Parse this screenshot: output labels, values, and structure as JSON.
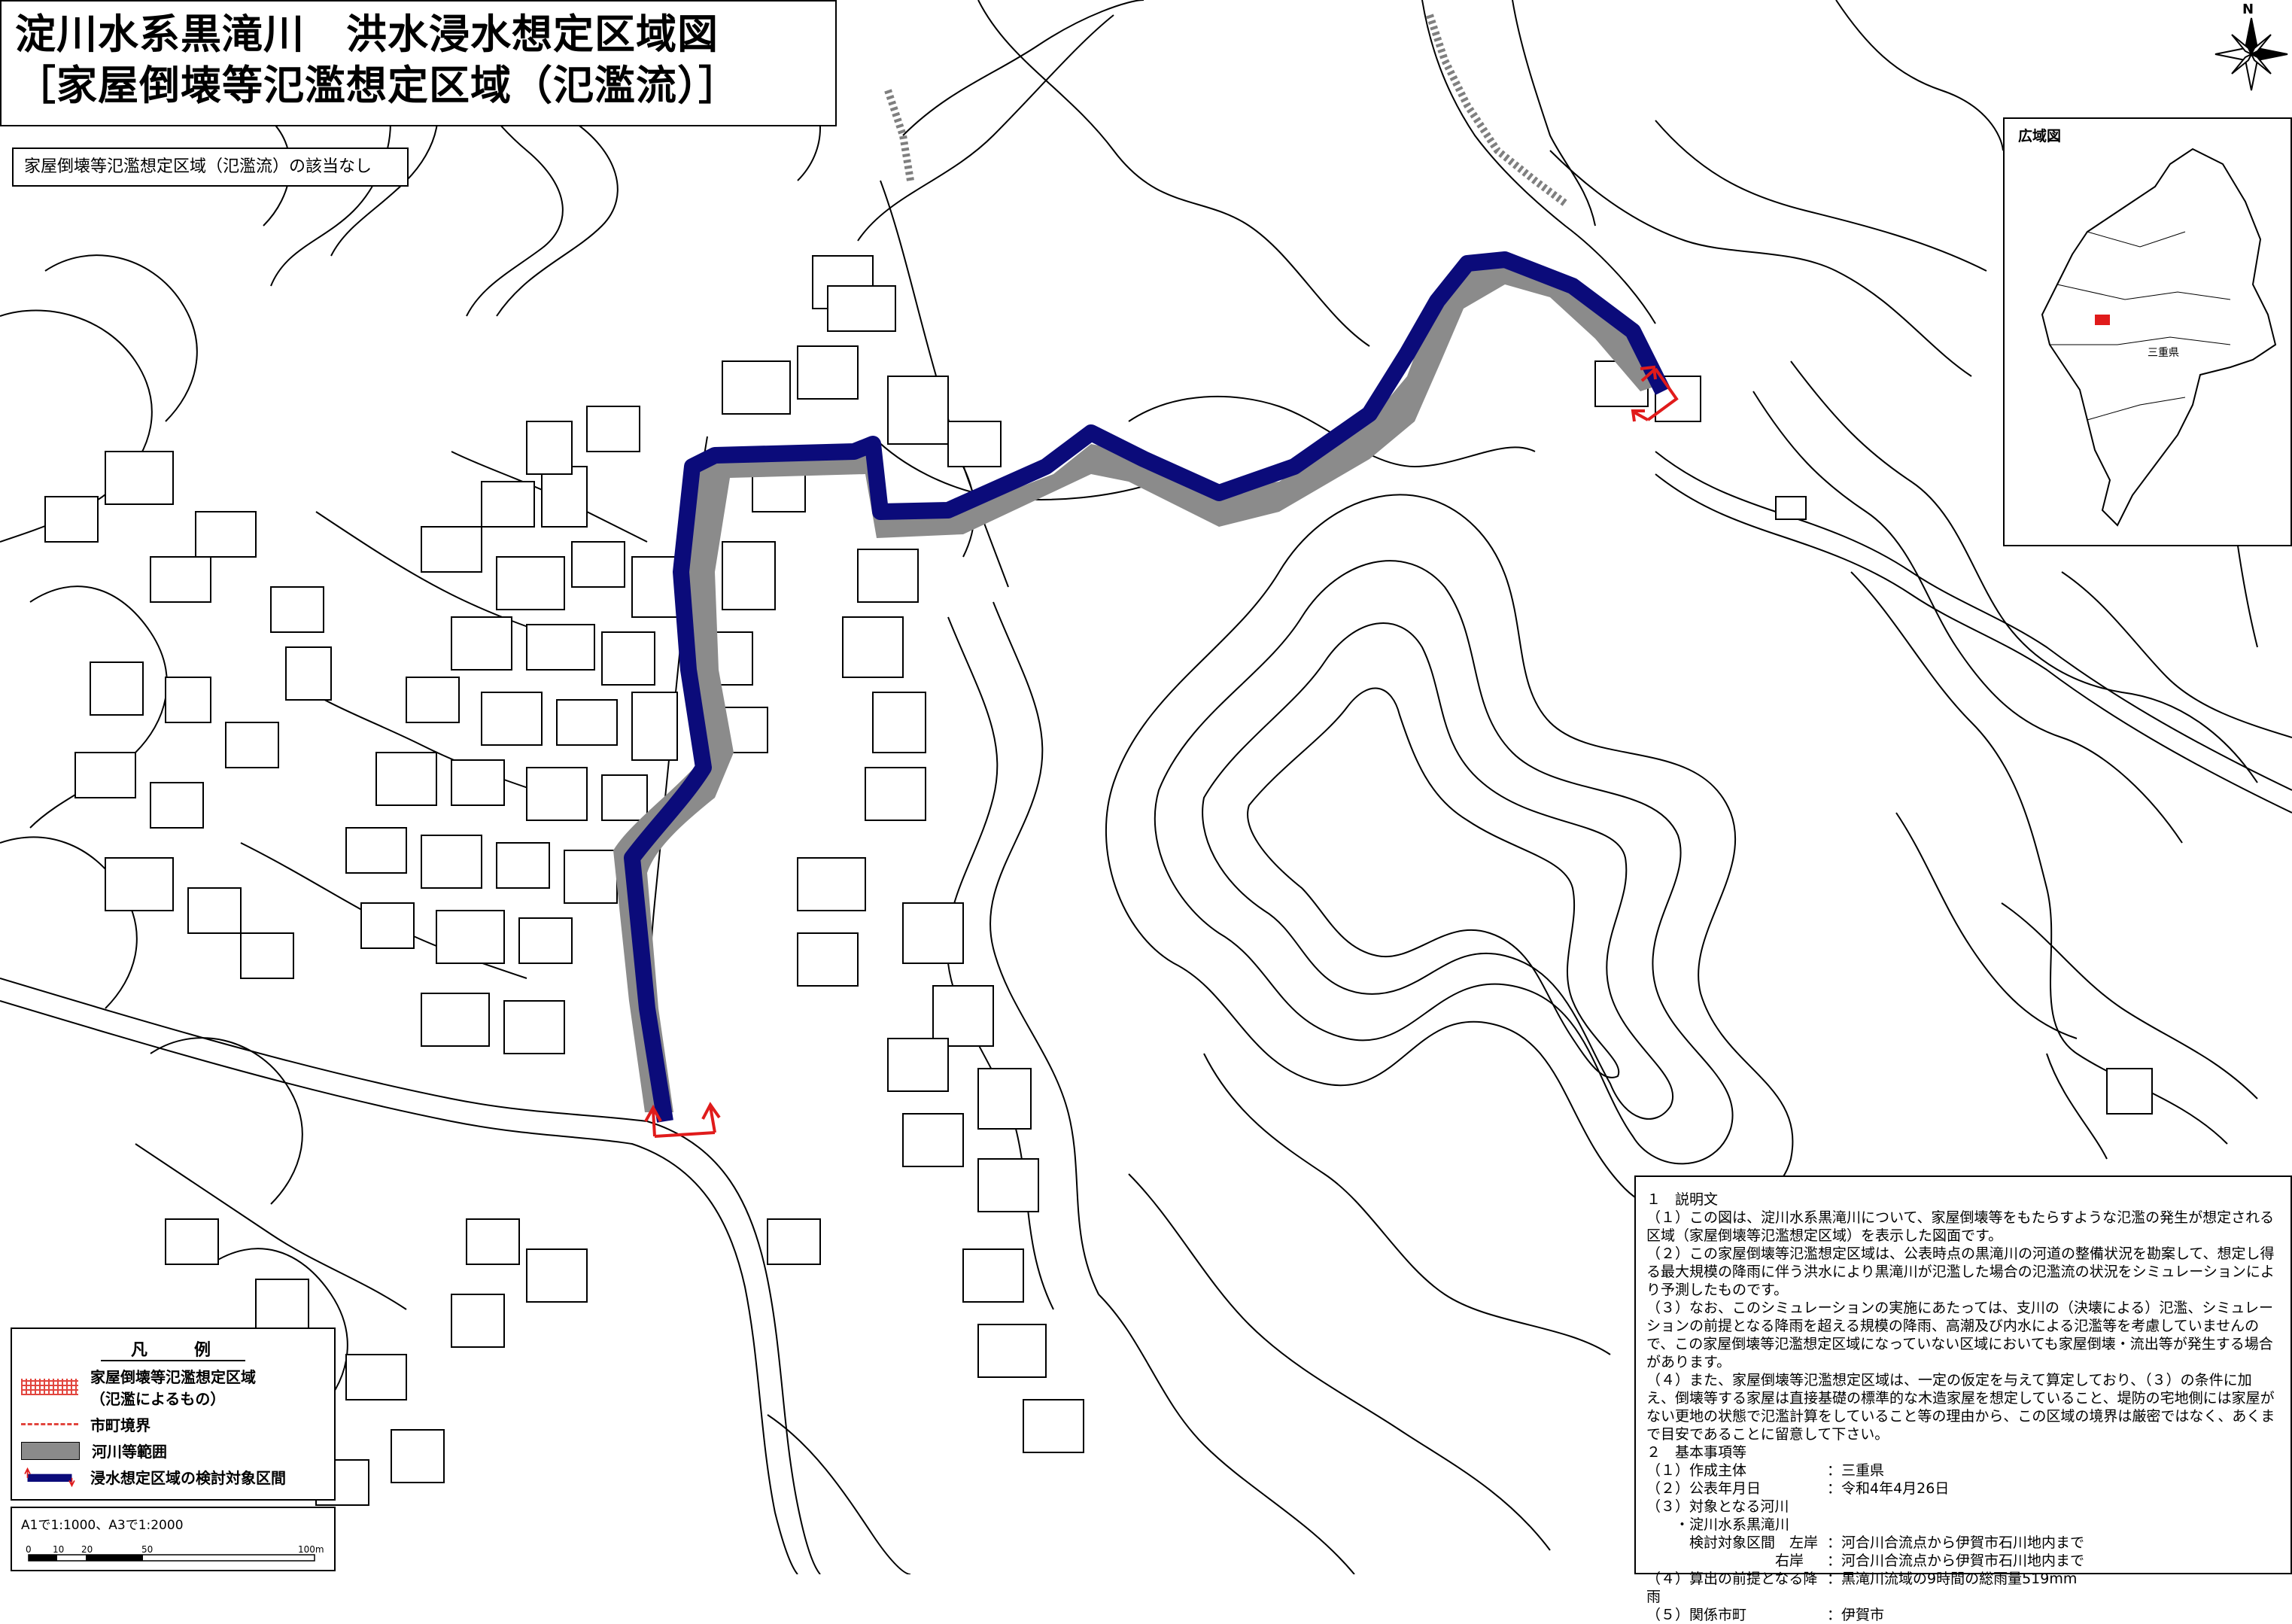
{
  "title": {
    "line1": "淀川水系黒滝川　洪水浸水想定区域図",
    "line2": "［家屋倒壊等氾濫想定区域（氾濫流）］"
  },
  "note": "家屋倒壊等氾濫想定区域（氾濫流）の該当なし",
  "north_arrow": {
    "label": "N",
    "icon": "compass-rose-icon"
  },
  "inset": {
    "label": "広域図",
    "area_name": "三重県"
  },
  "legend": {
    "heading": "凡　　例",
    "items": [
      {
        "icon": "hatched-red-area",
        "label": "家屋倒壊等氾濫想定区域",
        "sublabel": "（氾濫によるもの）"
      },
      {
        "icon": "red-dashed-line",
        "label": "市町境界"
      },
      {
        "icon": "gray-fill",
        "label": "河川等範囲"
      },
      {
        "icon": "blue-bar-red-arrows",
        "label": "浸水想定区域の検討対象区間"
      }
    ]
  },
  "scale": {
    "text": "A1で1:1000、A3で1:2000",
    "ticks": [
      "0",
      "10",
      "20",
      "50",
      "100m"
    ]
  },
  "explanation": {
    "section1_title": "１　説明文",
    "items": [
      "（１）この図は、淀川水系黒滝川について、家屋倒壊等をもたらすような氾濫の発生が想定される区域（家屋倒壊等氾濫想定区域）を表示した図面です。",
      "（２）この家屋倒壊等氾濫想定区域は、公表時点の黒滝川の河道の整備状況を勘案して、想定し得る最大規模の降雨に伴う洪水により黒滝川が氾濫した場合の氾濫流の状況をシミュレーションにより予測したものです。",
      "（３）なお、このシミュレーションの実施にあたっては、支川の（決壊による）氾濫、シミュレーションの前提となる降雨を超える規模の降雨、高潮及び内水による氾濫等を考慮していませんので、この家屋倒壊等氾濫想定区域になっていない区域においても家屋倒壊・流出等が発生する場合があります。",
      "（４）また、家屋倒壊等氾濫想定区域は、一定の仮定を与えて算定しており、（３）の条件に加え、倒壊等する家屋は直接基礎の標準的な木造家屋を想定していること、堤防の宅地側には家屋がない更地の状態で氾濫計算をしていること等の理由から、この区域の境界は厳密ではなく、あくまで目安であることに留意して下さい。"
    ],
    "section2_title": "２　基本事項等",
    "facts": [
      {
        "k": "（１）作成主体",
        "v": "：三重県"
      },
      {
        "k": "（２）公表年月日",
        "v": "：令和4年4月26日"
      },
      {
        "k": "（３）対象となる河川",
        "v": ""
      },
      {
        "k": "　　・淀川水系黒滝川",
        "v": ""
      },
      {
        "k": "　　　検討対象区間　左岸",
        "v": "：河合川合流点から伊賀市石川地内まで"
      },
      {
        "k": "　　　　　　　　　右岸",
        "v": "：河合川合流点から伊賀市石川地内まで"
      },
      {
        "k": "（４）算出の前提となる降雨",
        "v": "：黒滝川流域の9時間の総雨量519mm"
      },
      {
        "k": "（５）関係市町",
        "v": "：伊賀市"
      }
    ]
  },
  "colors": {
    "river_section": "#0b0b7a",
    "river_extent": "#8b8b8b",
    "section_marker": "#e01b1b",
    "base_lines": "#000000"
  }
}
